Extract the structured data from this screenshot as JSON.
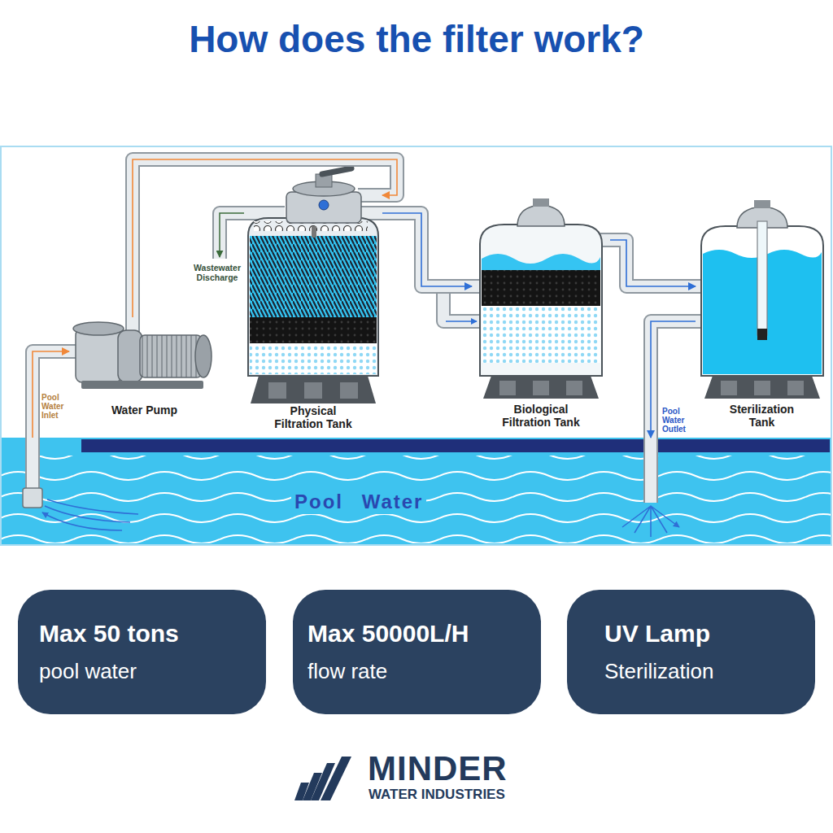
{
  "diagram": {
    "title": "How does the filter work?",
    "nodes": [
      {
        "text": [
          "Water Pump"
        ]
      },
      {
        "text": [
          "Physical Filtration Tank"
        ]
      },
      {
        "text": [
          "Biological Filtration Tank"
        ]
      },
      {
        "text": [
          "Sterilization Tank"
        ]
      },
      {
        "text": [
          "Pool Water"
        ]
      },
      {
        "text": [
          "Max 50 tons",
          "pool water"
        ]
      },
      {
        "text": [
          "Max 50000L/H",
          "flow rate"
        ]
      },
      {
        "text": [
          "UV Lamp",
          "Sterilization"
        ]
      }
    ],
    "edges": [
      {
        "from": 4,
        "to": 0,
        "arrow": "to"
      },
      {
        "from": 0,
        "to": 1,
        "arrow": "to"
      },
      {
        "from": 1,
        "to": 2,
        "arrow": "to"
      },
      {
        "from": 2,
        "to": 3,
        "arrow": "to"
      },
      {
        "from": 3,
        "to": 4,
        "arrow": "to"
      }
    ],
    "labels": [
      "Pool Water Inlet",
      "Wastewater Discharge",
      "Pool Water Outlet",
      "MINDER",
      "WATER INDUSTRIES"
    ]
  }
}
